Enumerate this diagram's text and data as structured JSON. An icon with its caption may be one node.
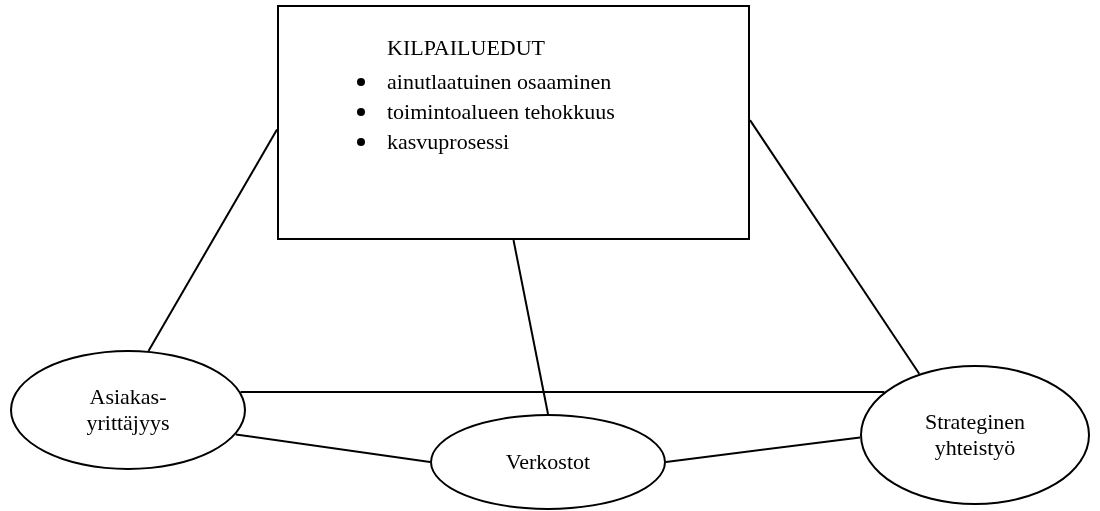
{
  "diagram": {
    "nodes": [
      {
        "text": [
          "KILPAILUEDUT",
          "ainutlaatuinen osaaminen",
          "toimintoalueen tehokkuus",
          "kasvuprosessi"
        ]
      },
      {
        "text": [
          "Asiakas- yrittäjyys"
        ]
      },
      {
        "text": [
          "Verkostot"
        ]
      },
      {
        "text": [
          "Strateginen yhteistyö"
        ]
      }
    ],
    "edges": [
      {
        "from": 0,
        "to": 1,
        "arrow": "none"
      },
      {
        "from": 0,
        "to": 3,
        "arrow": "none"
      },
      {
        "from": 0,
        "to": 2,
        "arrow": "none"
      },
      {
        "from": 1,
        "to": 3,
        "arrow": "none"
      },
      {
        "from": 1,
        "to": 2,
        "arrow": "none"
      },
      {
        "from": 2,
        "to": 3,
        "arrow": "none"
      }
    ]
  }
}
